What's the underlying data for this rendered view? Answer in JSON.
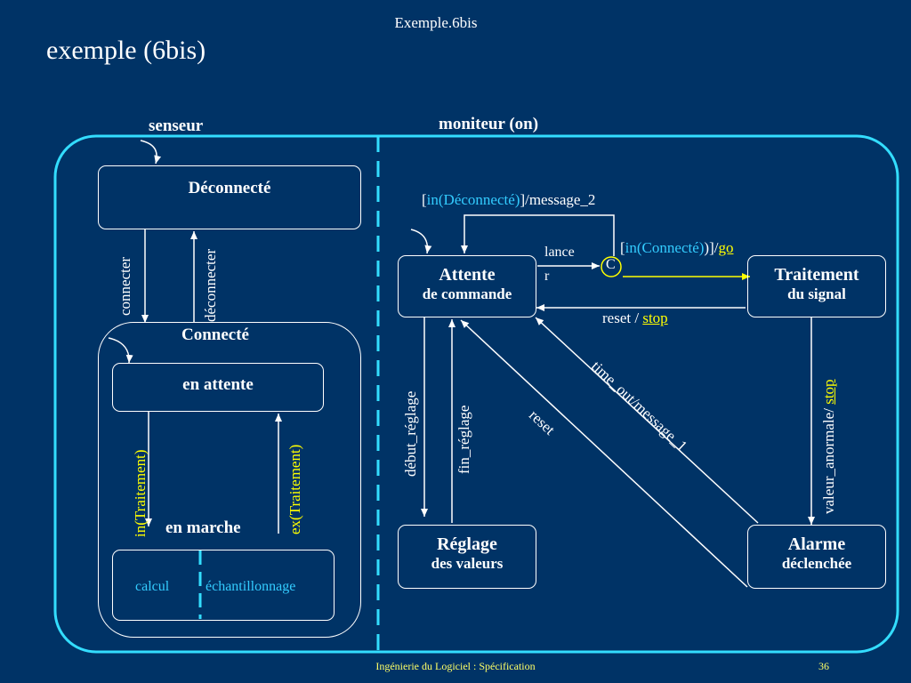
{
  "header": {
    "title": "Exemple.6bis"
  },
  "slide": {
    "title": "exemple (6bis)"
  },
  "regions": {
    "left": "senseur",
    "right": "moniteur (on)"
  },
  "states": {
    "deconnecte": "Déconnecté",
    "connecte": "Connecté",
    "en_attente": "en attente",
    "en_marche": "en marche",
    "calcul": "calcul",
    "echantillonnage": "échantillonnage",
    "attente_line1": "Attente",
    "attente_line2": "de commande",
    "traitement_line1": "Traitement",
    "traitement_line2": "du signal",
    "reglage_line1": "Réglage",
    "reglage_line2": "des valeurs",
    "alarme_line1": "Alarme",
    "alarme_line2": "déclenchée",
    "choice": "C"
  },
  "transitions": {
    "connecter": "connecter",
    "deconnecter": "déconnecter",
    "in_traitement": "in(Traitement)",
    "ex_traitement": "ex(Traitement)",
    "self_loop_guard_open": "[",
    "self_loop_guard": "in(Déconnecté)",
    "self_loop_action": "]/message_2",
    "lancer_line1": "lance",
    "lancer_line2": "r",
    "go_guard_open": "[",
    "go_guard": "in(Connecté)",
    "go_mid": ")]/",
    "go_action": "go",
    "reset_stop_text": "reset / ",
    "reset_stop_action": "stop",
    "debut_reglage": "début_réglage",
    "fin_reglage": "fin_réglage",
    "reset": "reset",
    "time_out": "time_out/message_1",
    "valeur_anormale": "valeur_anormale/ ",
    "valeur_stop": "stop"
  },
  "footer": {
    "text": "Ingénierie du Logiciel : Spécification",
    "page": "36"
  },
  "colors": {
    "background": "#003366",
    "outline": "#33ddff",
    "guard": "#33ccff",
    "action": "#ffff00"
  }
}
